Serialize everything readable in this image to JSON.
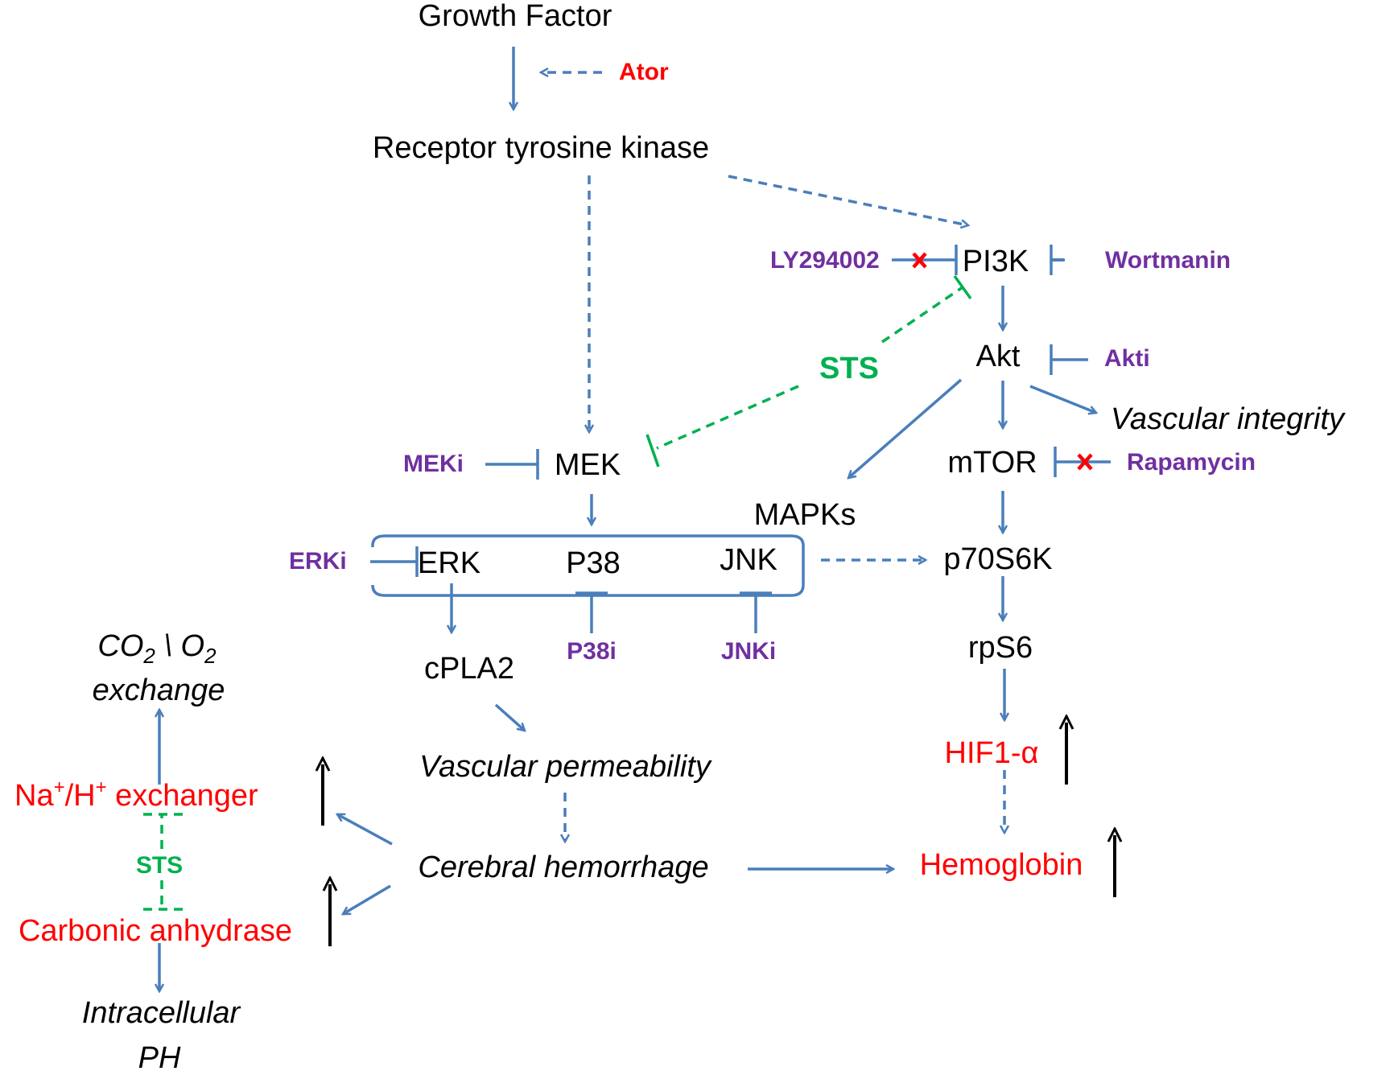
{
  "nodes": {
    "growth_factor": "Growth Factor",
    "rtk": "Receptor tyrosine kinase",
    "pi3k": "PI3K",
    "akt": "Akt",
    "vascular_integrity": "Vascular integrity",
    "mek": "MEK",
    "mtor": "mTOR",
    "mapks": "MAPKs",
    "erk": "ERK",
    "p38": "P38",
    "jnk": "JNK",
    "p70s6k": "p70S6K",
    "rps6": "rpS6",
    "cpla2": "cPLA2",
    "co2_o2_a": "CO",
    "co2_o2_sub1": "2",
    "co2_o2_b": " \\ O",
    "co2_o2_sub2": "2",
    "exchange": "exchange",
    "vascular_permeability": "Vascular permeability",
    "hif1a": "HIF1-α",
    "na_h_a": "Na",
    "na_h_sup1": "+",
    "na_h_b": "/H",
    "na_h_sup2": "+",
    "na_h_c": " exchanger",
    "cerebral_hemorrhage": "Cerebral hemorrhage",
    "hemoglobin": "Hemoglobin",
    "carbonic_anhydrase": "Carbonic anhydrase",
    "intracellular": "Intracellular",
    "ph": "PH"
  },
  "drugs": {
    "ator": "Ator",
    "ly294002": "LY294002",
    "wortmanin": "Wortmanin",
    "akti": "Akti",
    "meki": "MEKi",
    "rapamycin": "Rapamycin",
    "erki": "ERKi",
    "p38i": "P38i",
    "jnki": "JNKi",
    "sts_main": "STS",
    "sts_left": "STS"
  },
  "colors": {
    "edge": "#4a7ebb",
    "inhibitor_green": "#00b050",
    "drug_purple": "#7030a0",
    "highlight_red": "#ff0000"
  }
}
